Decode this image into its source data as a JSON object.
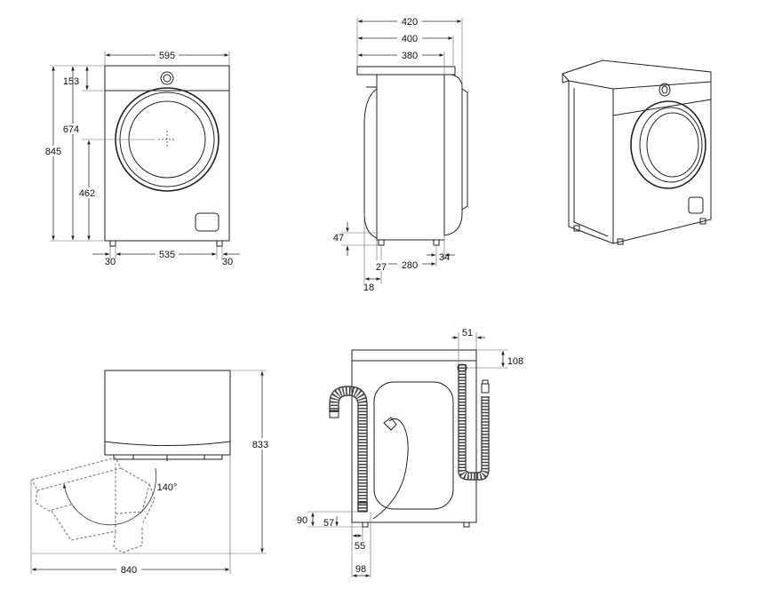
{
  "front_view": {
    "width": "595",
    "top_panel": "153",
    "door_center": "674",
    "door_bottom": "462",
    "height": "845",
    "foot_left": "30",
    "foot_span": "535",
    "foot_right": "30"
  },
  "side_view": {
    "depth_max": "420",
    "depth_mid": "400",
    "depth_body": "380",
    "foot_height": "47",
    "foot_offset_front": "18",
    "foot_offset_door": "27",
    "foot_span": "280",
    "foot_offset_back": "34"
  },
  "door_view": {
    "height": "833",
    "angle": "140°",
    "total_width": "840"
  },
  "back_view": {
    "inlet_offset": "51",
    "inlet_height": "108",
    "drain_height": "90",
    "drain_height_inner": "57",
    "drain_offset_inner": "55",
    "drain_offset": "98"
  }
}
